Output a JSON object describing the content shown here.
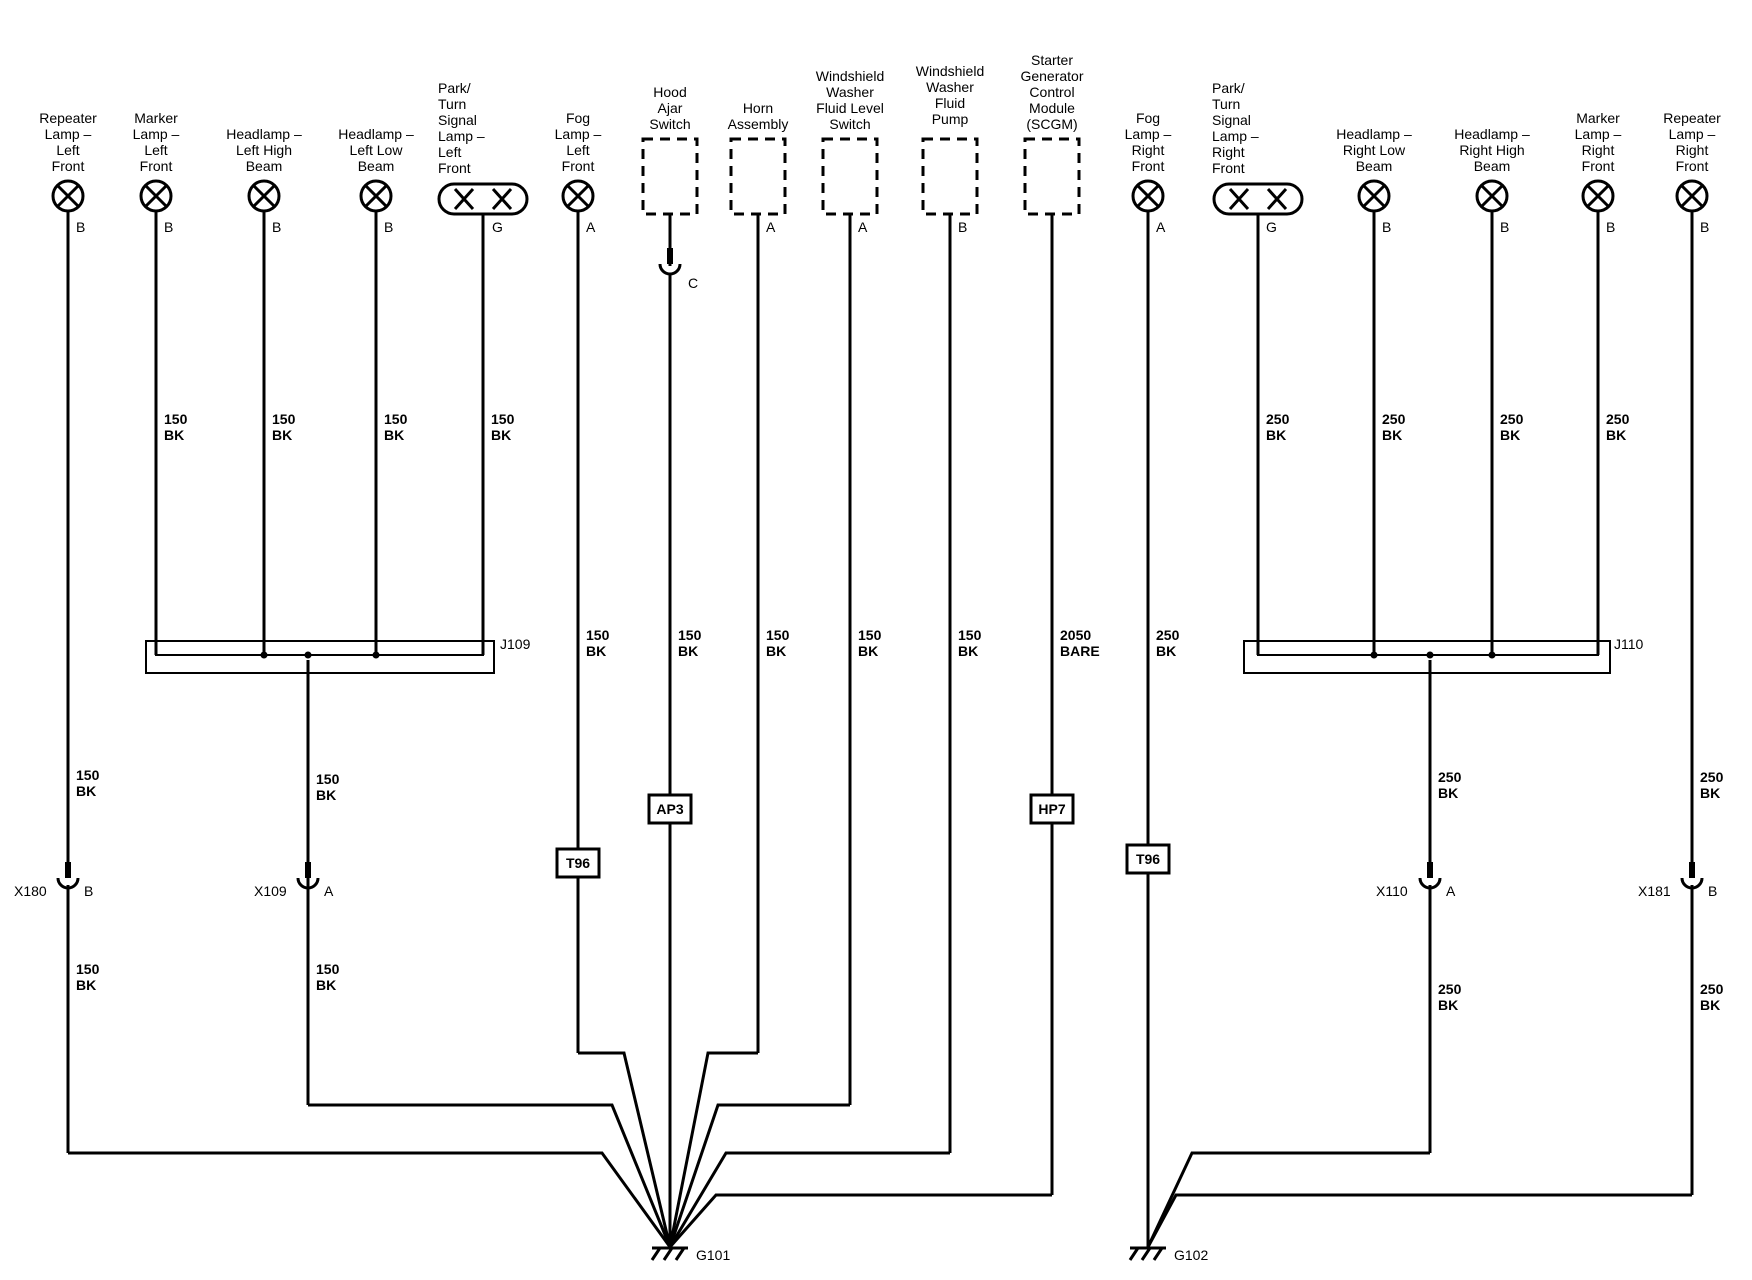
{
  "components": [
    {
      "id": "repeater-lamp-left-front",
      "label": [
        "Repeater",
        "Lamp –",
        "Left",
        "Front"
      ],
      "pin": "B"
    },
    {
      "id": "marker-lamp-left-front",
      "label": [
        "Marker",
        "Lamp –",
        "Left",
        "Front"
      ],
      "pin": "B"
    },
    {
      "id": "headlamp-left-high-beam",
      "label": [
        "Headlamp –",
        "Left High",
        "Beam"
      ],
      "pin": "B"
    },
    {
      "id": "headlamp-left-low-beam",
      "label": [
        "Headlamp –",
        "Left Low",
        "Beam"
      ],
      "pin": "B"
    },
    {
      "id": "park-turn-signal-lamp-left-front",
      "label": [
        "Park/",
        "Turn",
        "Signal",
        "Lamp –",
        "Left",
        "Front"
      ],
      "pin": "G"
    },
    {
      "id": "fog-lamp-left-front",
      "label": [
        "Fog",
        "Lamp –",
        "Left",
        "Front"
      ],
      "pin": "A"
    },
    {
      "id": "hood-ajar-switch",
      "label": [
        "Hood",
        "Ajar",
        "Switch"
      ],
      "pin": "C"
    },
    {
      "id": "horn-assembly",
      "label": [
        "Horn",
        "Assembly"
      ],
      "pin": "A"
    },
    {
      "id": "windshield-washer-fluid-level-switch",
      "label": [
        "Windshield",
        "Washer",
        "Fluid Level",
        "Switch"
      ],
      "pin": "A"
    },
    {
      "id": "windshield-washer-fluid-pump",
      "label": [
        "Windshield",
        "Washer",
        "Fluid",
        "Pump"
      ],
      "pin": "B"
    },
    {
      "id": "starter-generator-control-module",
      "label": [
        "Starter",
        "Generator",
        "Control",
        "Module",
        "(SCGM)"
      ],
      "pin": ""
    },
    {
      "id": "fog-lamp-right-front",
      "label": [
        "Fog",
        "Lamp –",
        "Right",
        "Front"
      ],
      "pin": "A"
    },
    {
      "id": "park-turn-signal-lamp-right-front",
      "label": [
        "Park/",
        "Turn",
        "Signal",
        "Lamp –",
        "Right",
        "Front"
      ],
      "pin": "G"
    },
    {
      "id": "headlamp-right-low-beam",
      "label": [
        "Headlamp –",
        "Right Low",
        "Beam"
      ],
      "pin": "B"
    },
    {
      "id": "headlamp-right-high-beam",
      "label": [
        "Headlamp –",
        "Right High",
        "Beam"
      ],
      "pin": "B"
    },
    {
      "id": "marker-lamp-right-front",
      "label": [
        "Marker",
        "Lamp –",
        "Right",
        "Front"
      ],
      "pin": "B"
    },
    {
      "id": "repeater-lamp-right-front",
      "label": [
        "Repeater",
        "Lamp –",
        "Right",
        "Front"
      ],
      "pin": "B"
    }
  ],
  "wires": [
    {
      "id": "w-marker-l",
      "text": [
        "150",
        "BK"
      ]
    },
    {
      "id": "w-hl-lhb",
      "text": [
        "150",
        "BK"
      ]
    },
    {
      "id": "w-hl-llb",
      "text": [
        "150",
        "BK"
      ]
    },
    {
      "id": "w-park-l",
      "text": [
        "150",
        "BK"
      ]
    },
    {
      "id": "w-fog-l",
      "text": [
        "150",
        "BK"
      ]
    },
    {
      "id": "w-hood",
      "text": [
        "150",
        "BK"
      ]
    },
    {
      "id": "w-horn",
      "text": [
        "150",
        "BK"
      ]
    },
    {
      "id": "w-wwfl",
      "text": [
        "150",
        "BK"
      ]
    },
    {
      "id": "w-wwp",
      "text": [
        "150",
        "BK"
      ]
    },
    {
      "id": "w-scgm",
      "text": [
        "2050",
        "BARE"
      ]
    },
    {
      "id": "w-fog-r",
      "text": [
        "250",
        "BK"
      ]
    },
    {
      "id": "w-park-r",
      "text": [
        "250",
        "BK"
      ]
    },
    {
      "id": "w-hl-rlb",
      "text": [
        "250",
        "BK"
      ]
    },
    {
      "id": "w-hl-rhb",
      "text": [
        "250",
        "BK"
      ]
    },
    {
      "id": "w-marker-r",
      "text": [
        "250",
        "BK"
      ]
    },
    {
      "id": "w-rep-l-1",
      "text": [
        "150",
        "BK"
      ]
    },
    {
      "id": "w-j109-1",
      "text": [
        "150",
        "BK"
      ]
    },
    {
      "id": "w-j110-1",
      "text": [
        "250",
        "BK"
      ]
    },
    {
      "id": "w-rep-r-1",
      "text": [
        "250",
        "BK"
      ]
    },
    {
      "id": "w-rep-l-2",
      "text": [
        "150",
        "BK"
      ]
    },
    {
      "id": "w-j109-2",
      "text": [
        "150",
        "BK"
      ]
    },
    {
      "id": "w-j110-2",
      "text": [
        "250",
        "BK"
      ]
    },
    {
      "id": "w-rep-r-2",
      "text": [
        "250",
        "BK"
      ]
    }
  ],
  "splices": [
    {
      "id": "j109",
      "label": "J109"
    },
    {
      "id": "j110",
      "label": "J110"
    }
  ],
  "connectors": [
    {
      "id": "x180",
      "label": "X180",
      "pin": "B"
    },
    {
      "id": "x109",
      "label": "X109",
      "pin": "A"
    },
    {
      "id": "x110",
      "label": "X110",
      "pin": "A"
    },
    {
      "id": "x181",
      "label": "X181",
      "pin": "B"
    }
  ],
  "inline_boxes": [
    {
      "id": "t96-left",
      "label": "T96"
    },
    {
      "id": "ap3",
      "label": "AP3"
    },
    {
      "id": "hp7",
      "label": "HP7"
    },
    {
      "id": "t96-right",
      "label": "T96"
    }
  ],
  "grounds": [
    {
      "id": "g101",
      "label": "G101"
    },
    {
      "id": "g102",
      "label": "G102"
    }
  ]
}
